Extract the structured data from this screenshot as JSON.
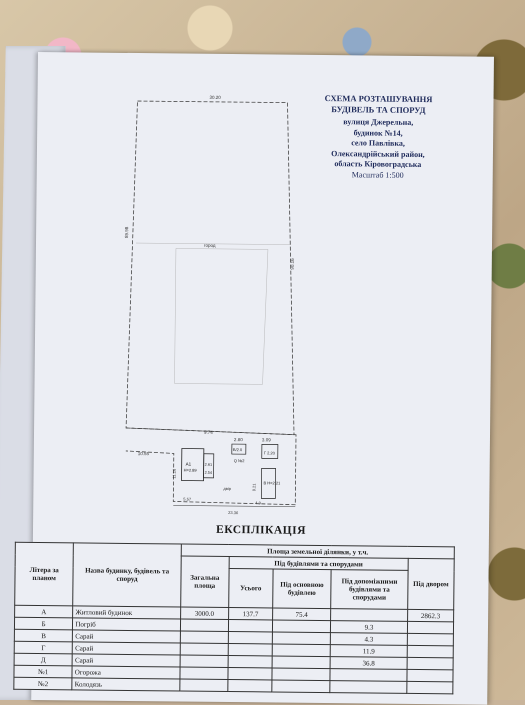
{
  "header": {
    "title_line1": "СХЕМА РОЗТАШУВАННЯ",
    "title_line2": "БУДІВЕЛЬ ТА СПОРУД",
    "address": [
      "вулиця Джерельна,",
      "будинок №14,",
      "село Павлівка,",
      "Олександрійський район,",
      "область Кіровоградська"
    ],
    "scale": "Масштаб 1:500"
  },
  "plan": {
    "dim_top": "30.20",
    "dim_left": "89.98",
    "dim_right": "90.16",
    "garden_label": "город",
    "dim_10_55": "10.55",
    "dim_9_74": "9.74",
    "dim_2_80": "2.80",
    "dim_3_09": "3.09",
    "building_b": "Б/2.0",
    "building_g": "Г\n2.20",
    "well_label": "Q №2",
    "building_a": "А1",
    "building_a_height": "Н=2.89",
    "dim_2_61": "2.61",
    "dim_2_54": "2.54",
    "building_v": "В\nН=2.21",
    "dim_11_16": "11.16",
    "dim_9_21": "9.21",
    "dim_5_57": "5.57",
    "dim_4_9": "4.9",
    "dim_23_36": "23.36",
    "yard_label": "двір"
  },
  "explication_title": "ЕКСПЛІКАЦІЯ",
  "table": {
    "col_litera": "Літера за планом",
    "col_name": "Назва будинку, будівель та споруд",
    "col_area_group": "Площа земельної ділянки, у т.ч.",
    "col_total": "Загальна площа",
    "col_under_group": "Під будівлями та спорудами",
    "col_under_total": "Усього",
    "col_main": "Під основною будівлею",
    "col_aux": "Під допоміжними будівлями та спорудами",
    "col_yard": "Під двором",
    "rows": [
      {
        "litera": "А",
        "name": "Житловий будинок",
        "total": "3000.0",
        "under": "137.7",
        "main": "75.4",
        "aux": "",
        "yard": "2862.3"
      },
      {
        "litera": "Б",
        "name": "Погріб",
        "total": "",
        "under": "",
        "main": "",
        "aux": "9.3",
        "yard": ""
      },
      {
        "litera": "В",
        "name": "Сарай",
        "total": "",
        "under": "",
        "main": "",
        "aux": "4.3",
        "yard": ""
      },
      {
        "litera": "Г",
        "name": "Сарай",
        "total": "",
        "under": "",
        "main": "",
        "aux": "11.9",
        "yard": ""
      },
      {
        "litera": "Д",
        "name": "Сарай",
        "total": "",
        "under": "",
        "main": "",
        "aux": "36.8",
        "yard": ""
      },
      {
        "litera": "№1",
        "name": "Огорожа",
        "total": "",
        "under": "",
        "main": "",
        "aux": "",
        "yard": ""
      },
      {
        "litera": "№2",
        "name": "Колодязь",
        "total": "",
        "under": "",
        "main": "",
        "aux": "",
        "yard": ""
      }
    ]
  }
}
